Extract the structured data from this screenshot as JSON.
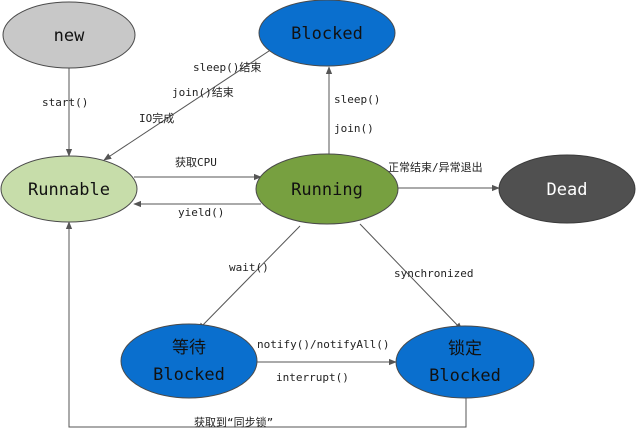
{
  "nodes": {
    "new": {
      "label": "new",
      "fill": "#c8c8c8",
      "text": "#111111"
    },
    "blocked_top": {
      "label": "Blocked",
      "fill": "#0a6fce",
      "text": "#111111"
    },
    "runnable": {
      "label": "Runnable",
      "fill": "#c7ddaa",
      "text": "#111111"
    },
    "running": {
      "label": "Running",
      "fill": "#77a040",
      "text": "#111111"
    },
    "dead": {
      "label": "Dead",
      "fill": "#505050",
      "text": "#ffffff"
    },
    "wait_blocked": {
      "label_line1": "等待",
      "label_line2": "Blocked",
      "fill": "#0a6fce",
      "text": "#111111"
    },
    "lock_blocked": {
      "label_line1": "锁定",
      "label_line2": "Blocked",
      "fill": "#0a6fce",
      "text": "#111111"
    }
  },
  "edges": {
    "start": "start()",
    "sleep_end": "sleep()结束",
    "join_end": "join()结束",
    "io_done": "IO完成",
    "sleep": "sleep()",
    "join": "join()",
    "get_cpu": "获取CPU",
    "yield": "yield()",
    "normal_end": "正常结束/异常退出",
    "wait": "wait()",
    "synchronized": "synchronized",
    "notify": "notify()/notifyAll()",
    "interrupt": "interrupt()",
    "get_lock": "获取到“同步锁”"
  },
  "colors": {
    "edge": "#555555",
    "node_stroke": "#4a4a4a"
  }
}
